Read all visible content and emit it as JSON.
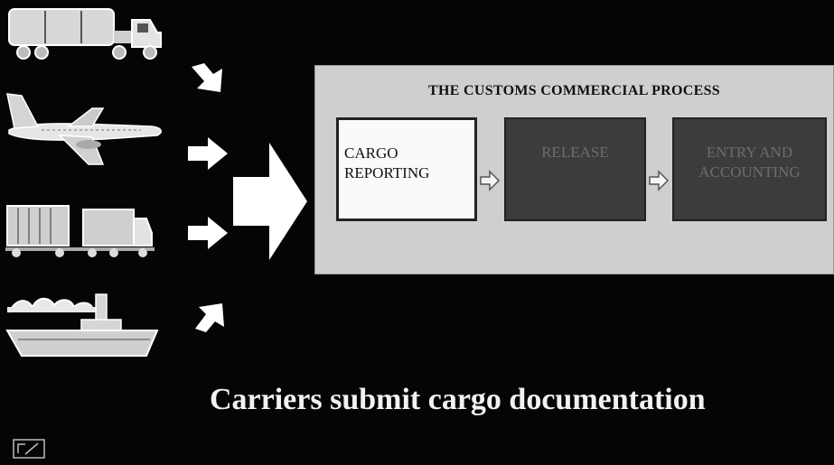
{
  "process": {
    "title": "THE CUSTOMS COMMERCIAL PROCESS",
    "stages": [
      {
        "label": "CARGO REPORTING",
        "state": "active"
      },
      {
        "label": "RELEASE",
        "state": "dimmed"
      },
      {
        "label": "ENTRY AND ACCOUNTING",
        "state": "dimmed"
      }
    ]
  },
  "caption": "Carriers submit cargo documentation",
  "icons": [
    "tanker-truck-icon",
    "airplane-icon",
    "freight-train-icon",
    "ship-icon",
    "arrow-right-icon",
    "edit-icon"
  ],
  "colors": {
    "background": "#050505",
    "panel": "#cfcfcf",
    "active_stage": "#fafafa",
    "dim_stage": "#3c3c3c",
    "caption": "#f2f2f2"
  }
}
